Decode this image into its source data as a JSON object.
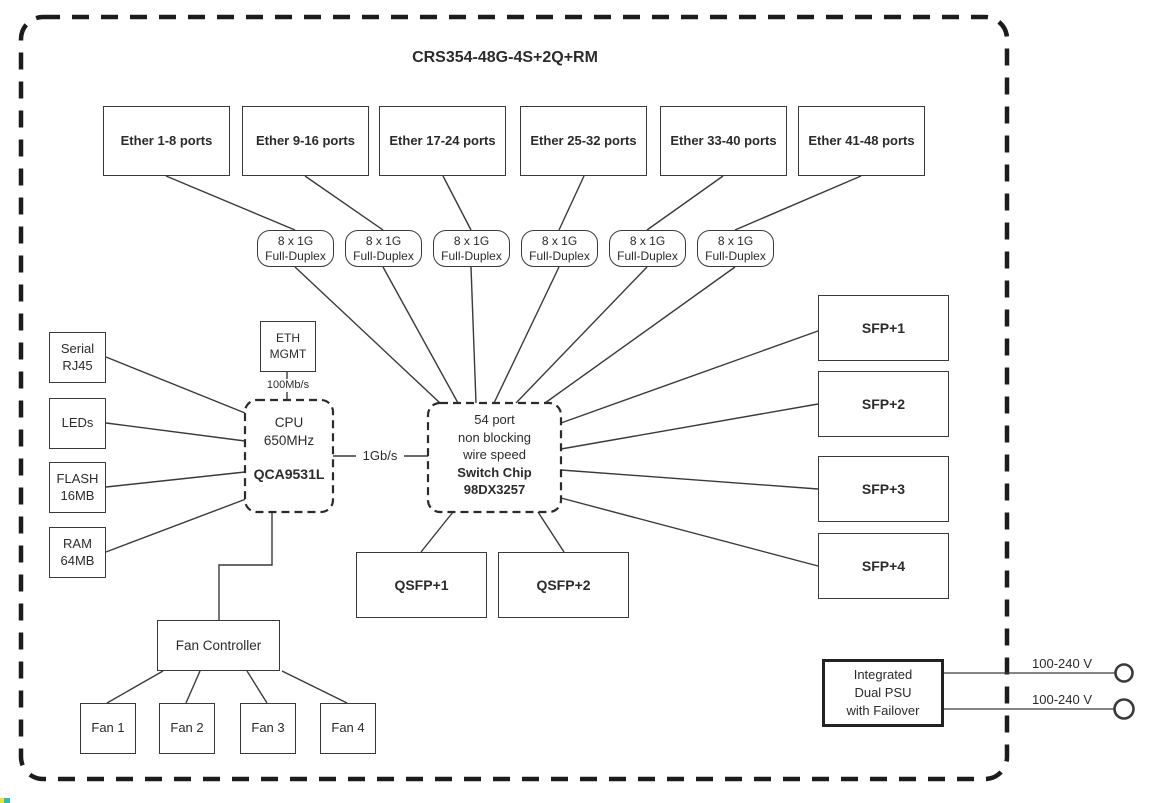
{
  "title": "CRS354-48G-4S+2Q+RM",
  "ether_groups": {
    "items": [
      "Ether 1-8 ports",
      "Ether 9-16 ports",
      "Ether 17-24 ports",
      "Ether 25-32 ports",
      "Ether 33-40 ports",
      "Ether 41-48 ports"
    ]
  },
  "phy_blocks": {
    "items": [
      {
        "line1": "8 x 1G",
        "line2": "Full-Duplex"
      },
      {
        "line1": "8 x 1G",
        "line2": "Full-Duplex"
      },
      {
        "line1": "8 x 1G",
        "line2": "Full-Duplex"
      },
      {
        "line1": "8 x 1G",
        "line2": "Full-Duplex"
      },
      {
        "line1": "8 x 1G",
        "line2": "Full-Duplex"
      },
      {
        "line1": "8 x 1G",
        "line2": "Full-Duplex"
      }
    ]
  },
  "peripherals": {
    "items": [
      {
        "lines": [
          "Serial",
          "RJ45"
        ]
      },
      {
        "lines": [
          "LEDs"
        ]
      },
      {
        "lines": [
          "FLASH",
          "16MB"
        ]
      },
      {
        "lines": [
          "RAM",
          "64MB"
        ]
      }
    ]
  },
  "mgmt_port": {
    "line1": "ETH",
    "line2": "MGMT",
    "speed": "100Mb/s"
  },
  "cpu": {
    "line1": "CPU",
    "line2": "650MHz",
    "model": "QCA9531L"
  },
  "cpu_switch_link": {
    "speed": "1Gb/s"
  },
  "switch_chip": {
    "line1": "54 port",
    "line2": "non blocking",
    "line3": "wire speed",
    "line4": "Switch Chip",
    "line5": "98DX3257"
  },
  "qsfp_ports": {
    "items": [
      "QSFP+1",
      "QSFP+2"
    ]
  },
  "sfp_ports": {
    "items": [
      "SFP+1",
      "SFP+2",
      "SFP+3",
      "SFP+4"
    ]
  },
  "fan_controller": {
    "label": "Fan Controller"
  },
  "fans": {
    "items": [
      "Fan 1",
      "Fan 2",
      "Fan 3",
      "Fan 4"
    ]
  },
  "psu": {
    "line1": "Integrated",
    "line2": "Dual PSU",
    "line3": "with Failover",
    "inputs": [
      {
        "voltage": "100-240 V"
      },
      {
        "voltage": "100-240 V"
      }
    ]
  },
  "colors": {
    "line": "#3a3a3a",
    "text": "#2b2b2b",
    "background": "#ffffff",
    "corner_mark_teal": "#2fbdb3",
    "corner_mark_yellow": "#e8e337"
  }
}
